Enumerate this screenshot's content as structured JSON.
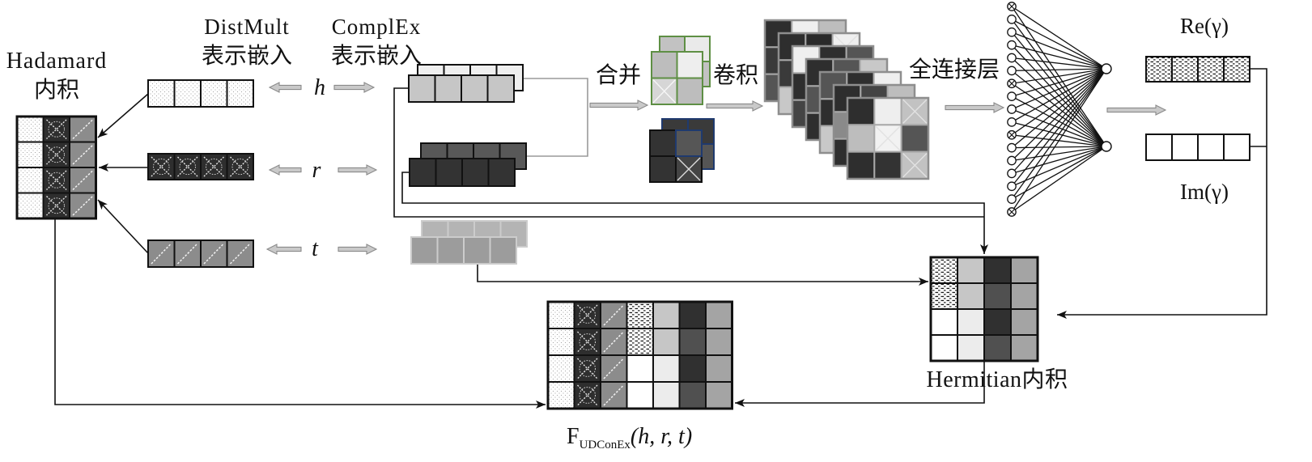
{
  "labels": {
    "hadamard": "Hadamard",
    "hadamard_sub": "内积",
    "distmult": "DistMult",
    "distmult_sub": "表示嵌入",
    "complex": "ComplEx",
    "complex_sub": "表示嵌入",
    "h": "h",
    "r": "r",
    "t": "t",
    "merge": "合并",
    "conv": "卷积",
    "fc": "全连接层",
    "re": "Re(γ)",
    "im": "Im(γ)",
    "hermitian": "Hermitian内积",
    "output_main": "F",
    "output_sub": "UDConEx",
    "output_args": "(h, r, t)"
  },
  "colors": {
    "ink": "#111111",
    "cross_fill": "#2e2e2e",
    "diag_fill": "#8c8c8c",
    "light_gray": "#c6c6c6",
    "pale_gray": "#ececec",
    "dark": "#303030",
    "dark_gray": "#505050",
    "mid_gray": "#a4a4a4",
    "connector_gray": "#9a9a9a",
    "arrow_fill": "#c9c9c9",
    "arrow_stroke": "#8a8a8a",
    "merge_green": "#5e8f44",
    "merge_blue": "#1f3a6e"
  }
}
